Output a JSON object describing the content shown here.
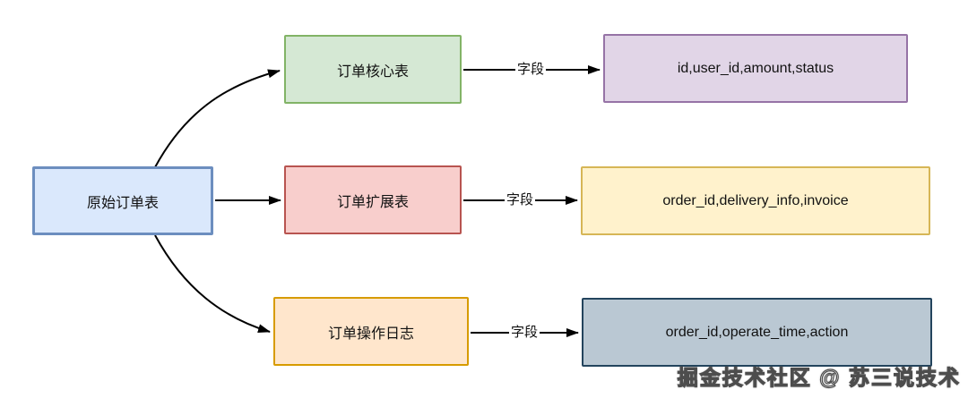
{
  "diagram": {
    "source": {
      "label": "原始订单表",
      "fill": "#dae8fc",
      "stroke": "#6c8ebf"
    },
    "rows": [
      {
        "table": {
          "label": "订单核心表",
          "fill": "#d5e8d4",
          "stroke": "#82b366"
        },
        "edge_label": "字段",
        "fields": {
          "label": "id,user_id,amount,status",
          "fill": "#e1d5e7",
          "stroke": "#9673a6"
        }
      },
      {
        "table": {
          "label": "订单扩展表",
          "fill": "#f8cecc",
          "stroke": "#b85450"
        },
        "edge_label": "字段",
        "fields": {
          "label": "order_id,delivery_info,invoice",
          "fill": "#fff2cc",
          "stroke": "#d6b656"
        }
      },
      {
        "table": {
          "label": "订单操作日志",
          "fill": "#ffe6cc",
          "stroke": "#d79b00"
        },
        "edge_label": "字段",
        "fields": {
          "label": "order_id,operate_time,action",
          "fill": "#bac8d3",
          "stroke": "#23445d"
        }
      }
    ],
    "arrow_color": "#000000",
    "watermark": "掘金技术社区 @ 苏三说技术"
  }
}
